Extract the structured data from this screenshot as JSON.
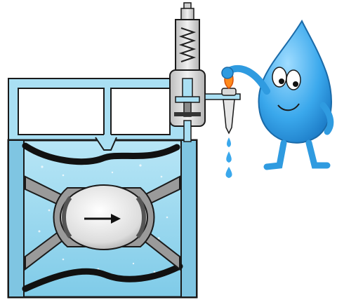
{
  "diagram": {
    "components": [
      {
        "id": "valve-body",
        "icon": "valve-body"
      },
      {
        "id": "pilot-valve",
        "icon": "pressure-pilot-spring"
      },
      {
        "id": "diaphragm-top",
        "icon": "rubber-diaphragm"
      },
      {
        "id": "diaphragm-bottom",
        "icon": "rubber-diaphragm"
      },
      {
        "id": "flow-core",
        "icon": "flow-core"
      },
      {
        "id": "flow-arrow",
        "icon": "arrow-right-icon"
      },
      {
        "id": "dropper",
        "icon": "dropper"
      },
      {
        "id": "water-drop-mascot",
        "icon": "water-drop-mascot"
      }
    ],
    "colors": {
      "water": "#8fd3ee",
      "water_dark": "#4aa3c9",
      "body_blue": "#a7def2",
      "outline": "#1a1a1a",
      "diaphragm": "#111111",
      "core": "#e9e9e9",
      "insert": "#9a9a9a",
      "pilot": "#d8d8d8",
      "flame": "#ff8a1c",
      "mascot": "#2f9be0"
    }
  }
}
